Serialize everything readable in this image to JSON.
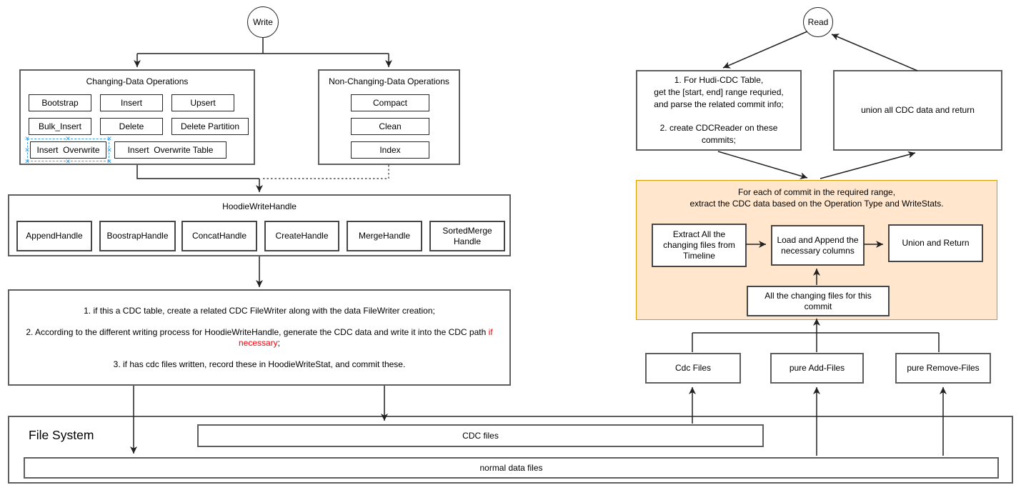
{
  "colors": {
    "orange_fill": "#FFE6CC",
    "orange_border": "#D79B00",
    "highlight_red": "#FB0007",
    "selection_blue": "#3AA0E8"
  },
  "write_flow": {
    "start_label": "Write",
    "changing_ops": {
      "title": "Changing-Data Operations",
      "buttons": [
        "Bootstrap",
        "Insert",
        "Upsert",
        "Bulk_Insert",
        "Delete",
        "Delete Partition",
        "Insert  Overwrite",
        "Insert  Overwrite Table"
      ],
      "selected_button": "Insert  Overwrite"
    },
    "non_changing_ops": {
      "title": "Non-Changing-Data Operations",
      "buttons": [
        "Compact",
        "Clean",
        "Index"
      ]
    },
    "write_handle": {
      "title": "HoodieWriteHandle",
      "handles": [
        "AppendHandle",
        "BoostrapHandle",
        "ConcatHandle",
        "CreateHandle",
        "MergeHandle",
        "SortedMerge\nHandle"
      ]
    },
    "cdc_steps": {
      "step1": "1. if this a CDC table, create a related CDC FileWriter along with the data FileWriter creation;",
      "step2_prefix": "2. According to the different writing process for HoodieWriteHandle, generate the CDC data and write it into the CDC path ",
      "step2_highlight": "if necessary",
      "step2_suffix": ";",
      "step3": "3. if has cdc files written, record these in HoodieWriteStat, and commit these."
    }
  },
  "read_flow": {
    "start_label": "Read",
    "prepare_box": "1. For Hudi-CDC Table,\nget the [start, end] range requried,\nand parse the related commit info;\n\n2. create CDCReader on these\ncommits;",
    "union_box": "union all CDC data and return",
    "per_commit": {
      "title": "For each of commit in the required range,\nextract the CDC data based on the Operation Type and WriteStats.",
      "extract_box": "Extract All the\nchanging files from\nTimeline",
      "load_box": "Load and Append the\nnecessary columns",
      "union_return_box": "Union and Return",
      "changing_files_box": "All the changing files for this\ncommit"
    },
    "file_boxes": [
      "Cdc Files",
      "pure Add-Files",
      "pure Remove-Files"
    ]
  },
  "file_system": {
    "title": "File System",
    "cdc_files_label": "CDC files",
    "normal_files_label": "normal data files"
  }
}
